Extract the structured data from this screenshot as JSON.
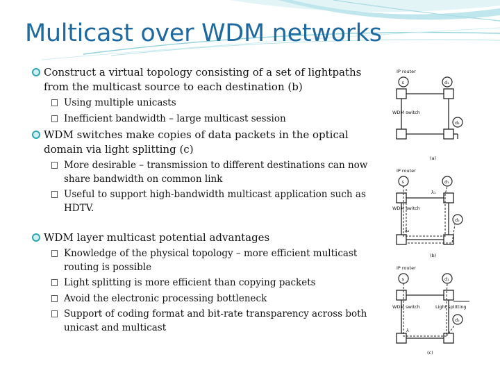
{
  "slide": {
    "title": "Multicast over WDM networks",
    "bullets": [
      {
        "text": "Construct a virtual topology consisting of a set of lightpaths from the multicast source to each destination (b)",
        "subs": [
          "Using multiple unicasts",
          "Inefficient bandwidth – large multicast session"
        ]
      },
      {
        "text": "WDM switches make copies of data packets in the optical domain via light splitting (c)",
        "subs": [
          "More desirable – transmission to different destinations can now share bandwidth on common link",
          "Useful to support high-bandwidth multicast application such as HDTV."
        ]
      },
      {
        "text": "WDM layer multicast potential advantages",
        "subs": [
          "Knowledge of the physical topology – more efficient multicast routing is possible",
          "Light splitting is more efficient than copying packets",
          "Avoid the electronic processing bottleneck",
          "Support of coding format and bit-rate transparency across both unicast and multicast"
        ]
      }
    ]
  },
  "diagram": {
    "ip_router_label": "IP router",
    "wdm_switch_label": "WDM switch",
    "light_splitting_label": "Light splitting",
    "node_s": "s",
    "node_d1": "d₁",
    "node_d2": "d₂",
    "lambda1": "λ₁",
    "lambda2": "λ₂",
    "lambda_c": "λ",
    "caption_a": "(a)",
    "caption_b": "(b)",
    "caption_c": "(c)"
  }
}
